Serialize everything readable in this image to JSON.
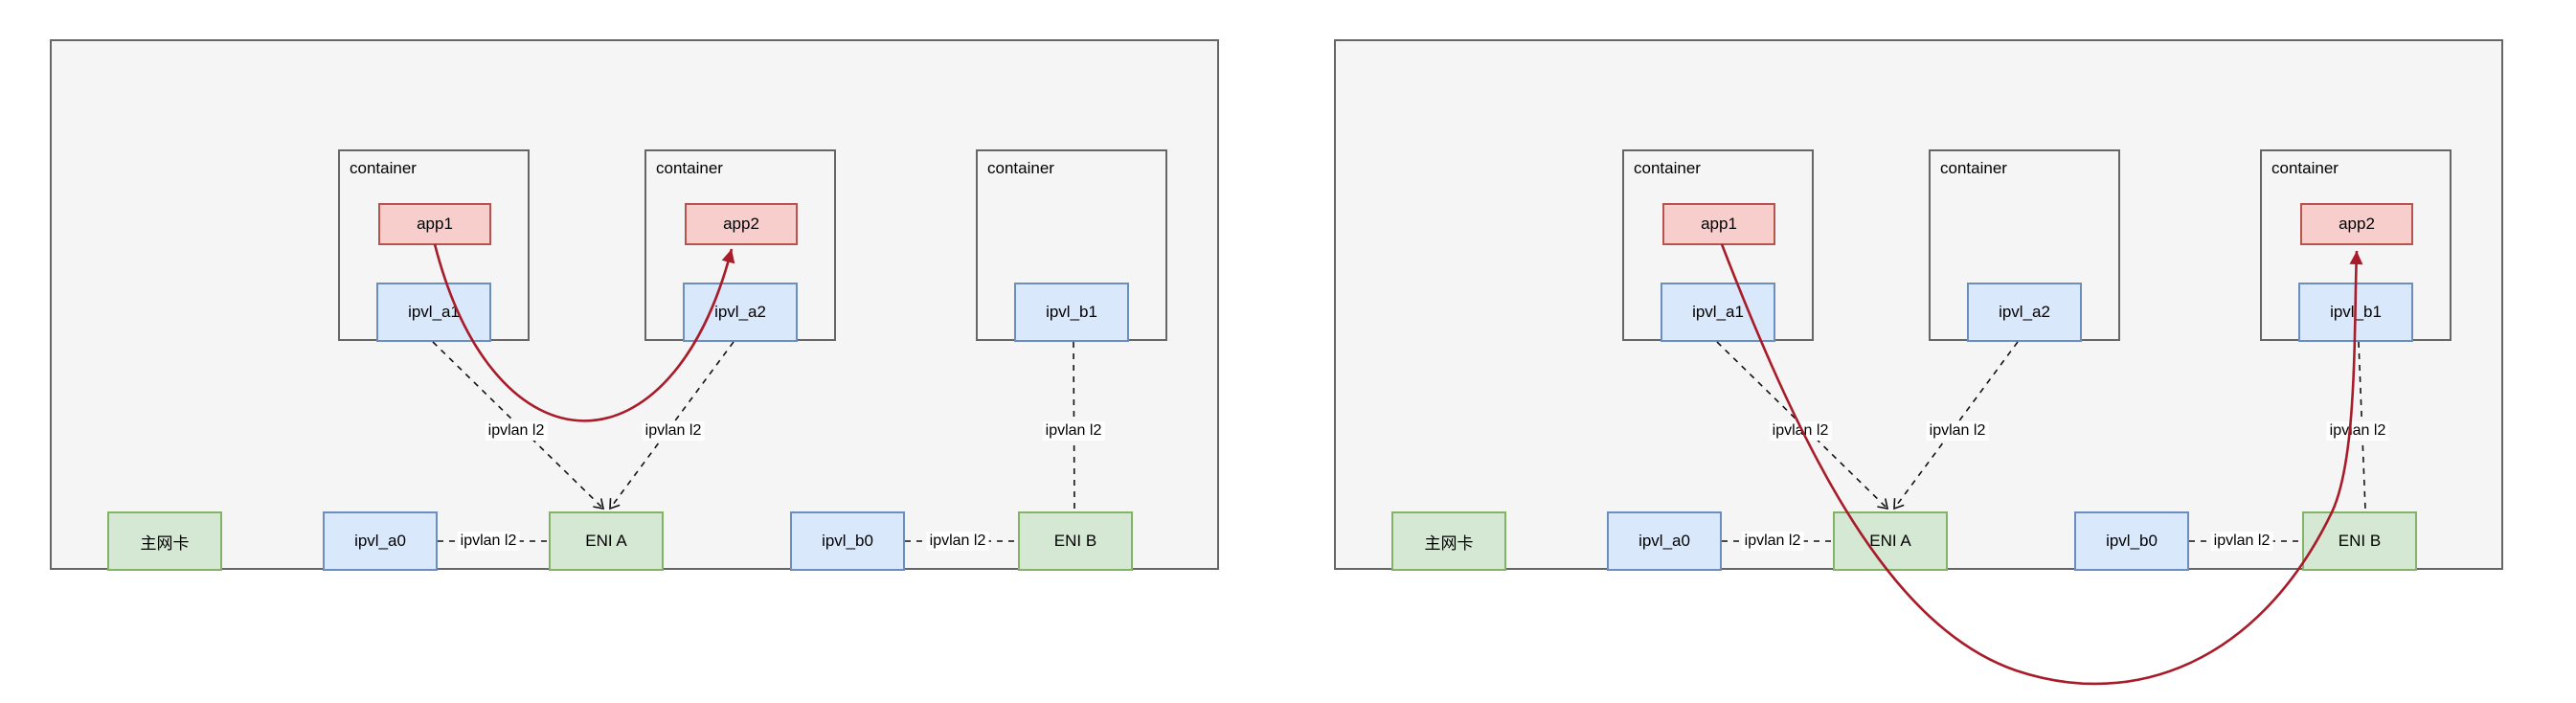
{
  "colors": {
    "canvas_bg": "#ffffff",
    "panel_fill": "#f5f5f5",
    "panel_border": "#666666",
    "container_border": "#666666",
    "app_fill": "#f8cecc",
    "app_border": "#b85450",
    "ipvl_fill": "#dae8fc",
    "ipvl_border": "#6c8ebf",
    "nic_fill": "#d5e8d4",
    "nic_border": "#82b366",
    "dashed_edge": "#111111",
    "red_arrow": "#a81c2a"
  },
  "panels": [
    {
      "side": "left",
      "containers": [
        {
          "label": "container",
          "app": "app1",
          "ipvl": "ipvl_a1"
        },
        {
          "label": "container",
          "app": "app2",
          "ipvl": "ipvl_a2"
        },
        {
          "label": "container",
          "ipvl": "ipvl_b1"
        }
      ],
      "host_nodes": {
        "primary_nic": "主网卡",
        "ipvl_a0": "ipvl_a0",
        "eni_a": "ENI A",
        "ipvl_b0": "ipvl_b0",
        "eni_b": "ENI B"
      },
      "edges": [
        {
          "from": "ipvl_a1",
          "to": "ENI A",
          "label": "ipvlan l2"
        },
        {
          "from": "ipvl_a2",
          "to": "ENI A",
          "label": "ipvlan l2"
        },
        {
          "from": "ipvl_b1",
          "to": "ENI B",
          "label": "ipvlan l2"
        },
        {
          "from": "ipvl_a0",
          "to": "ENI A",
          "label": "ipvlan l2"
        },
        {
          "from": "ipvl_b0",
          "to": "ENI B",
          "label": "ipvlan l2"
        }
      ],
      "red_arrow": {
        "from": "app1",
        "to": "app2"
      }
    },
    {
      "side": "right",
      "containers": [
        {
          "label": "container",
          "app": "app1",
          "ipvl": "ipvl_a1"
        },
        {
          "label": "container",
          "ipvl": "ipvl_a2"
        },
        {
          "label": "container",
          "app": "app2",
          "ipvl": "ipvl_b1"
        }
      ],
      "host_nodes": {
        "primary_nic": "主网卡",
        "ipvl_a0": "ipvl_a0",
        "eni_a": "ENI A",
        "ipvl_b0": "ipvl_b0",
        "eni_b": "ENI B"
      },
      "edges": [
        {
          "from": "ipvl_a1",
          "to": "ENI A",
          "label": "ipvlan l2"
        },
        {
          "from": "ipvl_a2",
          "to": "ENI A",
          "label": "ipvlan l2"
        },
        {
          "from": "ipvl_b1",
          "to": "ENI B",
          "label": "ipvlan l2"
        },
        {
          "from": "ipvl_a0",
          "to": "ENI A",
          "label": "ipvlan l2"
        },
        {
          "from": "ipvl_b0",
          "to": "ENI B",
          "label": "ipvlan l2"
        }
      ],
      "red_arrow": {
        "from": "app1",
        "to": "app2"
      }
    }
  ]
}
